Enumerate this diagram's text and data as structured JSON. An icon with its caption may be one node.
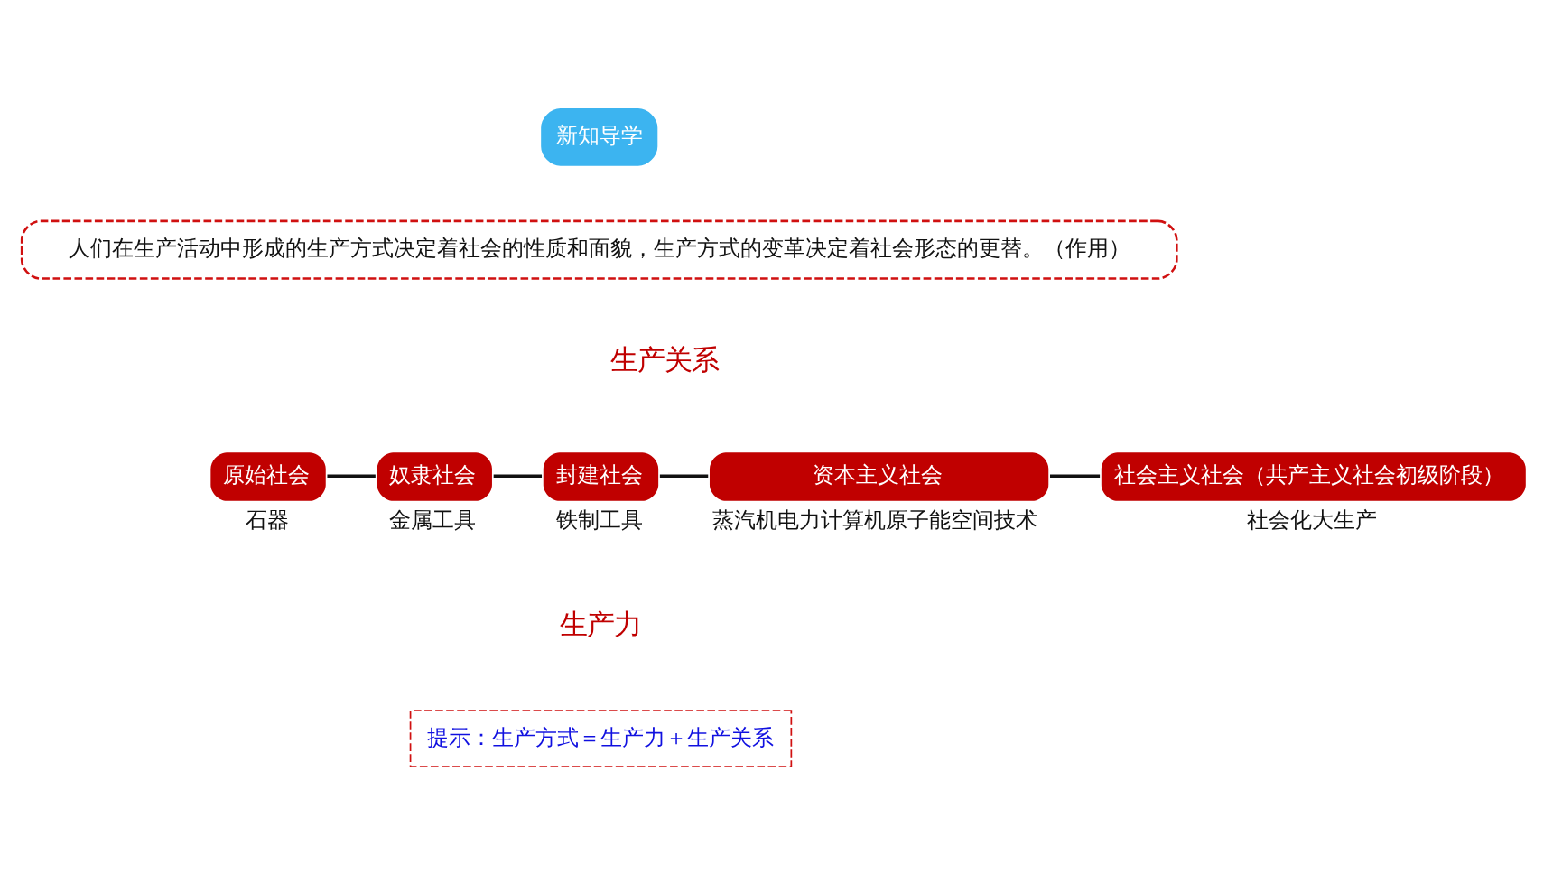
{
  "diagram": {
    "nodes": [
      {
        "text": [
          "新知导学"
        ]
      },
      {
        "text": [
          "人们在生产活动中形成的生产方式决定着社会的性质和面貌，生产方式的变革决定着社会形态的更替。（作用）"
        ]
      },
      {
        "text": [
          "原始社会"
        ],
        "beside": [
          "石器"
        ]
      },
      {
        "text": [
          "奴隶社会"
        ],
        "beside": [
          "金属工具"
        ]
      },
      {
        "text": [
          "封建社会"
        ],
        "beside": [
          "铁制工具"
        ]
      },
      {
        "text": [
          "资本主义社会"
        ],
        "beside": [
          "蒸汽机电力计算机原子能空间技术"
        ]
      },
      {
        "text": [
          "社会主义社会（共产主义社会初级阶段）"
        ],
        "beside": [
          "社会化大生产"
        ]
      },
      {
        "text": [
          "提示：生产方式＝生产力＋生产关系"
        ]
      }
    ],
    "edges": [
      {
        "from": 2,
        "to": 3,
        "arrow": "none"
      },
      {
        "from": 3,
        "to": 4,
        "arrow": "none"
      },
      {
        "from": 4,
        "to": 5,
        "arrow": "none"
      },
      {
        "from": 5,
        "to": 6,
        "arrow": "none"
      }
    ],
    "labels": [
      "生产关系",
      "生产力"
    ]
  }
}
